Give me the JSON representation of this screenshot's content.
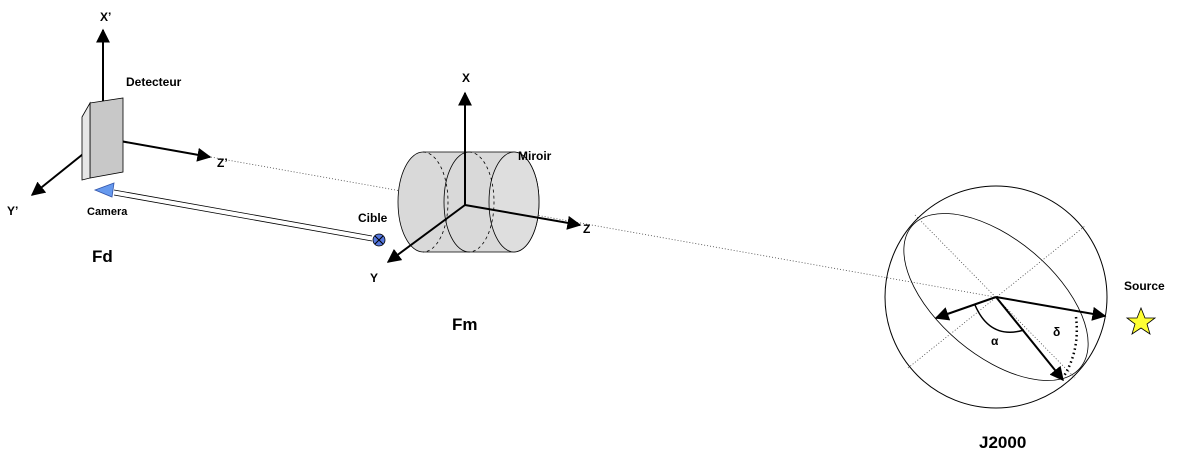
{
  "frames": {
    "detector": {
      "name": "Fd",
      "axes": {
        "x": "X’",
        "y": "Y’",
        "z": "Z’"
      },
      "detector_label": "Detecteur",
      "camera_label": "Camera"
    },
    "mirror": {
      "name": "Fm",
      "axes": {
        "x": "X",
        "y": "Y",
        "z": "Z"
      },
      "mirror_label": "Miroir",
      "target_label": "Cible"
    },
    "celestial": {
      "name": "J2000",
      "source_label": "Source",
      "angle_alpha": "α",
      "angle_delta": "δ"
    }
  },
  "colors": {
    "camera": "#6699ee",
    "target": "#5577dd",
    "source_star": "#ffff33",
    "cylinder_fill": "#d9d9d9",
    "detector_fill": "#c8c8c8"
  }
}
